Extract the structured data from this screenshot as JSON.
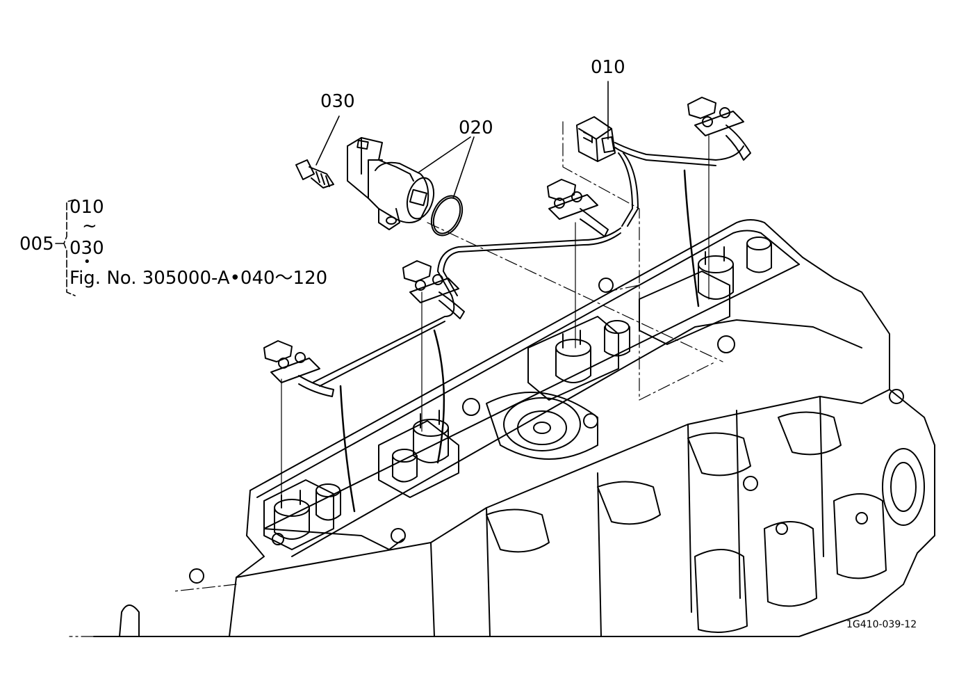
{
  "callouts": {
    "p010": "010",
    "p020": "020",
    "p030": "030"
  },
  "group": {
    "assembly": "005",
    "range_start": "010",
    "range_sep": "~",
    "range_end": "030",
    "dot": "•",
    "fig_ref": "Fig. No. 305000-A•040～120"
  },
  "drawing_code": "1G410-039-12",
  "icons": [
    "crank-sensor-icon",
    "o-ring-icon",
    "bolt-icon",
    "connector-icon",
    "wire-harness-icon",
    "engine-head-icon"
  ],
  "line_color": "#000000",
  "background_color": "#ffffff"
}
